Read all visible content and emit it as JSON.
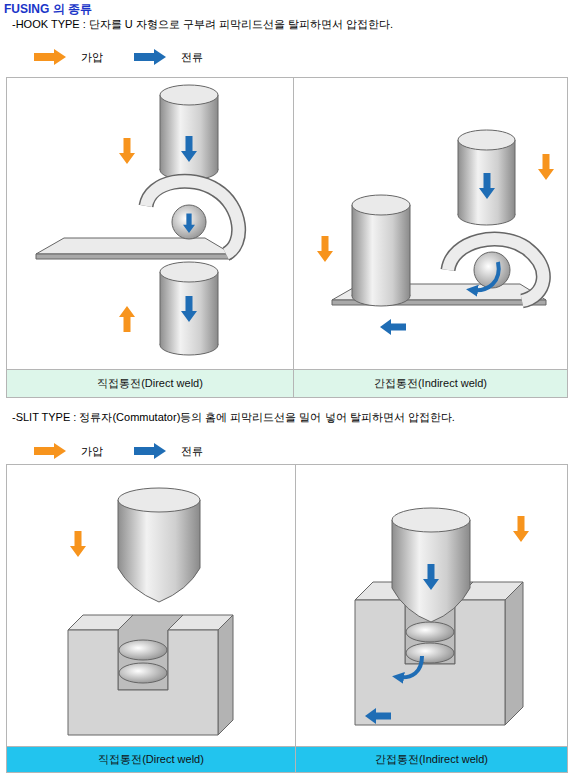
{
  "diagram": {
    "title": "FUSING 의 종류",
    "nodes": [
      {
        "text": [
          "직접통전(Direct weld)"
        ]
      },
      {
        "text": [
          "간접통전(Indirect weld)"
        ]
      },
      {
        "text": [
          "직접통전(Direct weld)"
        ]
      },
      {
        "text": [
          "간접통전(Indirect weld)"
        ]
      }
    ],
    "labels": [
      "-HOOK TYPE : 단자를 U 자형으로 구부려 피막리드선을 탈피하면서 압접한다.",
      "-SLIT TYPE : 정류자(Commutator)등의 홈에 피막리드선을 밀어 넣어 탈피하면서 압접한다."
    ],
    "legend": [
      {
        "text": "가압"
      },
      {
        "text": "전류"
      },
      {
        "text": "가압"
      },
      {
        "text": "전류"
      }
    ]
  }
}
